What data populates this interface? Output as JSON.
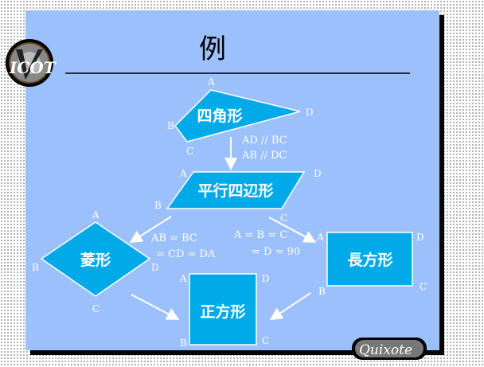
{
  "title": "例",
  "logo_left": "ICOT",
  "logo_right": "Quixote",
  "colors": {
    "slide": "#9cc0fc",
    "shape": "#00aae8"
  },
  "shapes": {
    "quad": "四角形",
    "parallelogram": "平行四辺形",
    "rhombus": "菱形",
    "rectangle": "長方形",
    "square": "正方形"
  },
  "conditions": {
    "quad_to_para_1": "AD // BC",
    "quad_to_para_2": "AB // DC",
    "rhombus_1": "AB = BC",
    "rhombus_2": "= CD = DA",
    "rect_1": "A = B = C",
    "rect_2": "= D = 90"
  },
  "labels": {
    "A": "A",
    "B": "B",
    "C": "C",
    "D": "D"
  }
}
